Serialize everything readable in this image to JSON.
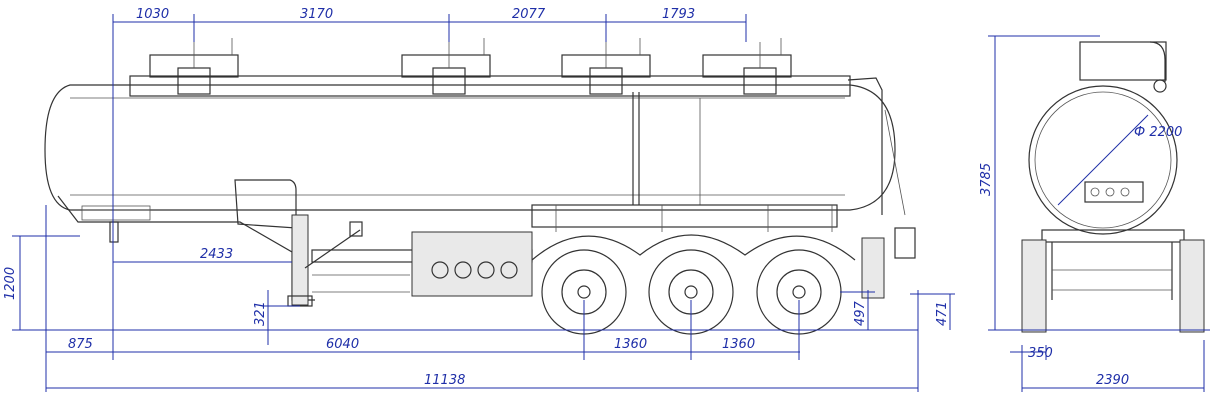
{
  "dimensions": {
    "top": [
      "1030",
      "3170",
      "2077",
      "1793"
    ],
    "side_bottom": [
      "875",
      "6040",
      "1360",
      "1360"
    ],
    "overall_length": "11138",
    "kingpin_offset": "2433",
    "height_left": "1200",
    "height_small": "321",
    "wheel_height": "497",
    "rear_height": "471",
    "total_height": "3785",
    "diameter": "Ф 2200",
    "rear_track": "350",
    "rear_width": "2390"
  },
  "colors": {
    "dimension": "#1f2fa8",
    "drawing": "#333333"
  }
}
